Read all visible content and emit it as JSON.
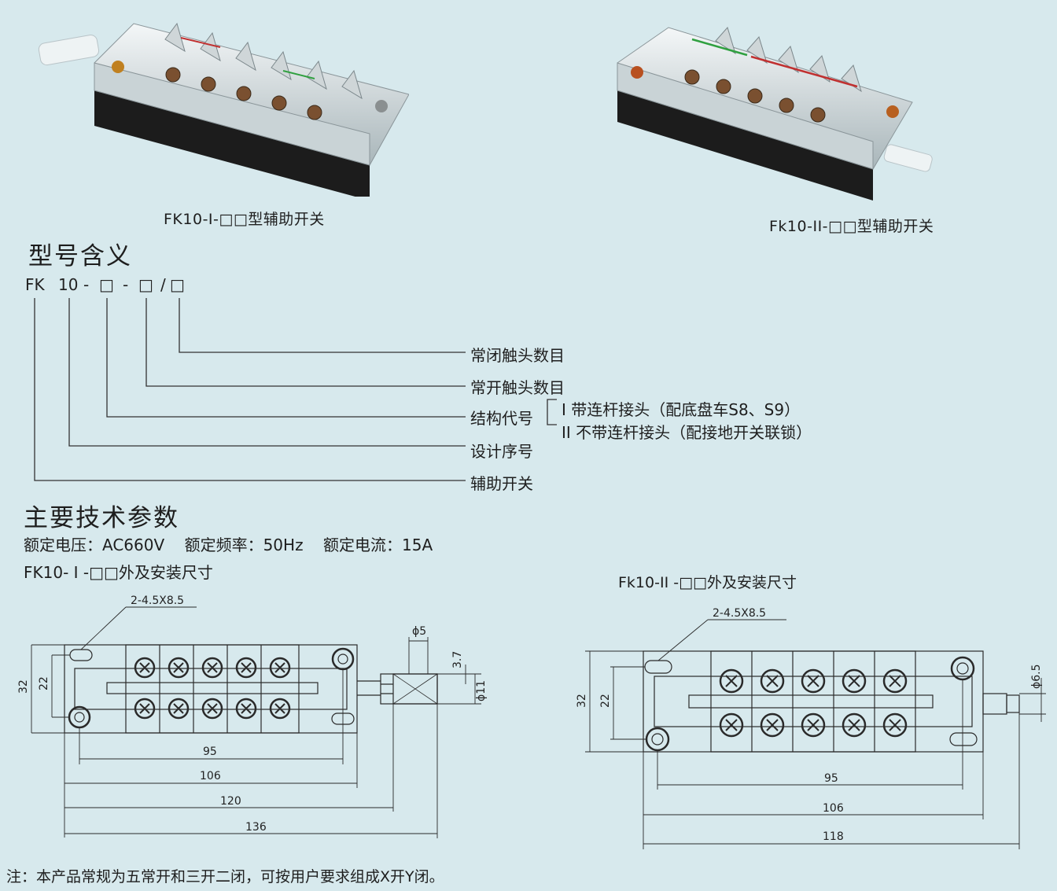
{
  "photos": {
    "left_caption": "FK10-I-□□型辅助开关",
    "right_caption": "Fk10-II-□□型辅助开关"
  },
  "meaning": {
    "title": "型号含义",
    "code_parts": [
      "FK",
      "10",
      "-",
      "□",
      "-",
      "□",
      "/",
      "□"
    ],
    "labels": {
      "nc_count": "常闭触头数目",
      "no_count": "常开触头数目",
      "structure": "结构代号",
      "structure_opt1": "I 带连杆接头（配底盘车S8、S9）",
      "structure_opt2": "II 不带连杆接头（配接地开关联锁）",
      "design_seq": "设计序号",
      "aux_switch": "辅助开关"
    }
  },
  "params": {
    "title": "主要技术参数",
    "line": "额定电压：AC660V    额定频率：50Hz    额定电流：15A"
  },
  "drawing_left": {
    "title": "FK10- I -□□外及安装尺寸",
    "hole_label": "2-4.5X8.5",
    "dims": {
      "h32": "32",
      "h22": "22",
      "w95": "95",
      "w106": "106",
      "w120": "120",
      "w136": "136",
      "phi5": "ϕ5",
      "d37": "3.7",
      "phi11": "ϕ11"
    }
  },
  "drawing_right": {
    "title": "Fk10-II -□□外及安装尺寸",
    "hole_label": "2-4.5X8.5",
    "dims": {
      "h32": "32",
      "h22": "22",
      "w95": "95",
      "w106": "106",
      "w118": "118",
      "phi65": "ϕ6.5"
    }
  },
  "note": "注：本产品常规为五常开和三开二闭，可按用户要求组成X开Y闭。",
  "colors": {
    "background": "#d7e9ed",
    "line": "#2a2a2a"
  }
}
